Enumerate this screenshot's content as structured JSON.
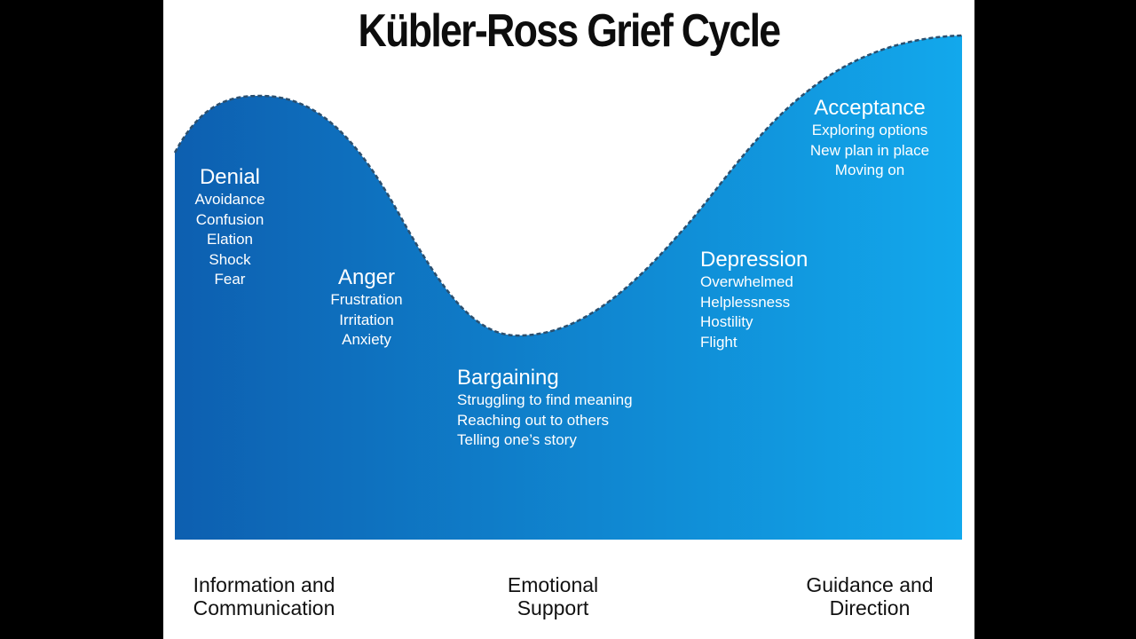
{
  "diagram": {
    "title": "Kübler-Ross Grief Cycle",
    "colors": {
      "wave_dark": "#0d5fb0",
      "wave_light": "#12a8ec",
      "text_on_wave": "#ffffff",
      "title": "#0d0d0d",
      "background": "#ffffff",
      "frame": "#000000"
    },
    "stages": [
      {
        "name": "Denial",
        "items": [
          "Avoidance",
          "Confusion",
          "Elation",
          "Shock",
          "Fear"
        ]
      },
      {
        "name": "Anger",
        "items": [
          "Frustration",
          "Irritation",
          "Anxiety"
        ]
      },
      {
        "name": "Bargaining",
        "items": [
          "Struggling to find meaning",
          "Reaching out to others",
          "Telling one’s story"
        ]
      },
      {
        "name": "Depression",
        "items": [
          "Overwhelmed",
          "Helplessness",
          "Hostility",
          "Flight"
        ]
      },
      {
        "name": "Acceptance",
        "items": [
          "Exploring options",
          "New plan in place",
          "Moving on"
        ]
      }
    ],
    "support_types": [
      {
        "line1": "Information and",
        "line2": "Communication"
      },
      {
        "line1": "Emotional",
        "line2": "Support"
      },
      {
        "line1": "Guidance and",
        "line2": "Direction"
      }
    ]
  }
}
